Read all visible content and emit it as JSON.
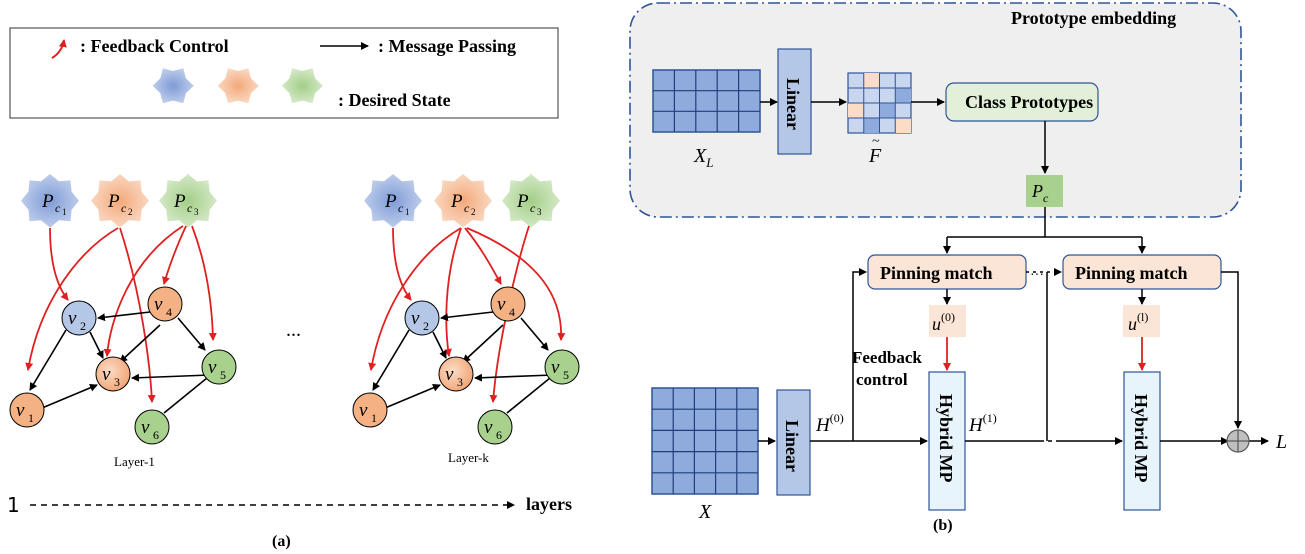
{
  "legend": {
    "feedback_label": ": Feedback Control",
    "message_label": ": Message Passing",
    "desired_label": ": Desired State"
  },
  "colors": {
    "blue": "#8EA8DB",
    "orange": "#F4B183",
    "green": "#A9D18E",
    "red": "#E02020",
    "box_blue": "#B4C7E7",
    "box_green": "#E2F0D9",
    "box_orange": "#FBE5D6",
    "panel_bg": "#F0F0F0",
    "panel_border": "#2F5597"
  },
  "left": {
    "ellipsis": "...",
    "layer1_label": "Layer-1",
    "layerk_label": "Layer-k",
    "axis_start": "1",
    "axis_end": "layers",
    "caption": "(a)",
    "prototypes": [
      {
        "base": "P",
        "sub": "c",
        "subsub": "1"
      },
      {
        "base": "P",
        "sub": "c",
        "subsub": "2"
      },
      {
        "base": "P",
        "sub": "c",
        "subsub": "3"
      }
    ],
    "nodes": [
      {
        "base": "v",
        "sub": "1"
      },
      {
        "base": "v",
        "sub": "2"
      },
      {
        "base": "v",
        "sub": "3"
      },
      {
        "base": "v",
        "sub": "4"
      },
      {
        "base": "v",
        "sub": "5"
      },
      {
        "base": "v",
        "sub": "6"
      }
    ]
  },
  "right": {
    "panel_title": "Prototype embedding",
    "xl_base": "X",
    "xl_sub": "L",
    "f_label": "F",
    "linear": "Linear",
    "class_prototypes": "Class Prototypes",
    "pc_base": "P",
    "pc_sub": "c",
    "pinning": "Pinning match",
    "u0_base": "u",
    "u0_sup": "(0)",
    "ul_base": "u",
    "ul_sup": "(l)",
    "feedback1": "Feedback",
    "feedback2": "control",
    "hybrid": "Hybrid MP",
    "h0_base": "H",
    "h0_sup": "(0)",
    "h1_base": "H",
    "h1_sup": "(1)",
    "x_label": "X",
    "l_label": "L",
    "dots": "···",
    "caption": "(b)"
  }
}
